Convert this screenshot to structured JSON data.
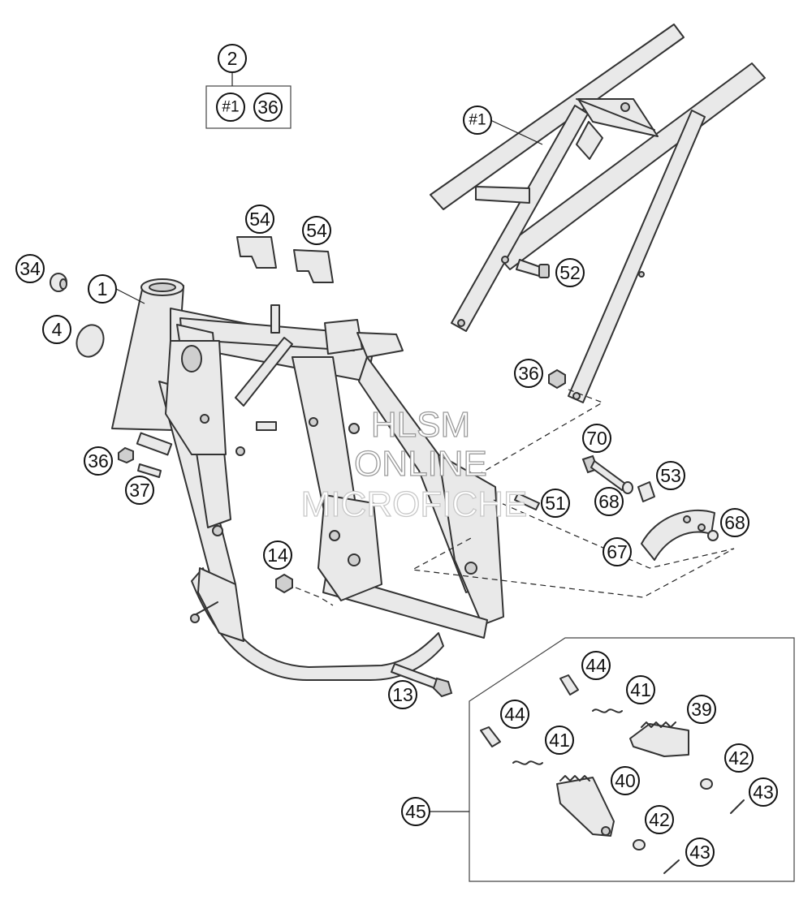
{
  "diagram": {
    "kit_group": {
      "number": "2",
      "contents": [
        "#1",
        "36"
      ]
    },
    "callouts": [
      "1",
      "4",
      "34",
      "36",
      "37",
      "54",
      "54",
      "#1",
      "52",
      "36",
      "70",
      "53",
      "68",
      "51",
      "68",
      "67",
      "14",
      "13",
      "44",
      "41",
      "39",
      "44",
      "41",
      "42",
      "40",
      "43",
      "42",
      "45",
      "43"
    ],
    "watermark": {
      "line1": "HLSM",
      "line2": "ONLINE",
      "line3": "MICROFICHE"
    }
  }
}
